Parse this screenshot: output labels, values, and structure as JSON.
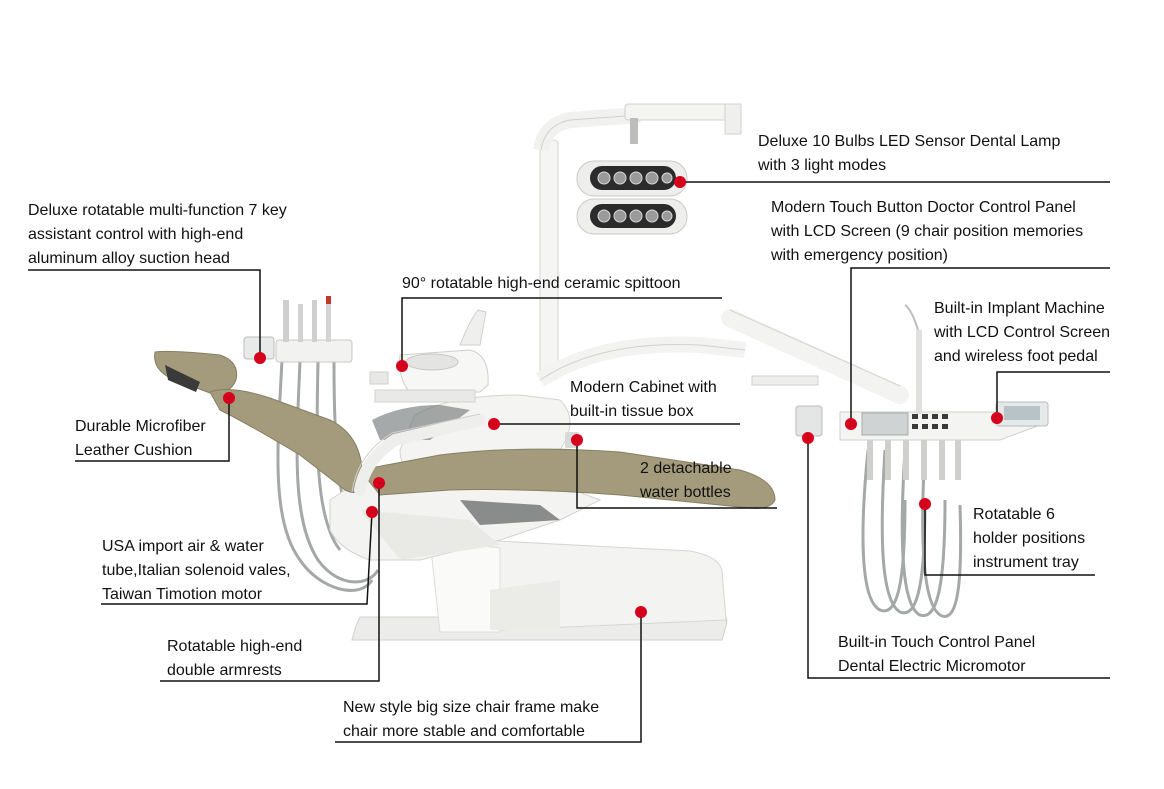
{
  "colors": {
    "marker": "#d5001c",
    "leader_line": "#111111",
    "upholstery": "#a39b7c",
    "chair_white": "#f3f3f1",
    "hose_gray": "#a4a8a8",
    "lamp_dark": "#2b2b2b"
  },
  "annotations": {
    "lamp": [
      "Deluxe 10 Bulbs LED Sensor Dental Lamp",
      "with 3 light modes"
    ],
    "doctor_panel": [
      "Modern Touch Button Doctor Control Panel",
      "with LCD Screen (9 chair position memories",
      "with emergency position)"
    ],
    "implant": [
      "Built-in Implant Machine",
      "with LCD Control Screen",
      "and wireless foot pedal"
    ],
    "assistant": [
      "Deluxe rotatable multi-function 7 key",
      "assistant control with high-end",
      "aluminum alloy suction head"
    ],
    "spittoon": [
      "90° rotatable high-end ceramic spittoon"
    ],
    "cabinet": [
      "Modern Cabinet with",
      "built-in tissue box"
    ],
    "bottles": [
      "2 detachable",
      "water bottles"
    ],
    "cushion": [
      "Durable Microfiber",
      "Leather Cushion"
    ],
    "tray": [
      "Rotatable 6",
      "holder positions",
      "instrument tray"
    ],
    "tube": [
      "USA import air & water",
      "tube,Italian solenoid vales,",
      "Taiwan Timotion motor"
    ],
    "armrests": [
      "Rotatable high-end",
      "double armrests"
    ],
    "micromotor": [
      "Built-in Touch Control Panel",
      "Dental Electric Micromotor"
    ],
    "frame": [
      "New style big size chair frame make",
      "chair more stable and comfortable"
    ]
  }
}
